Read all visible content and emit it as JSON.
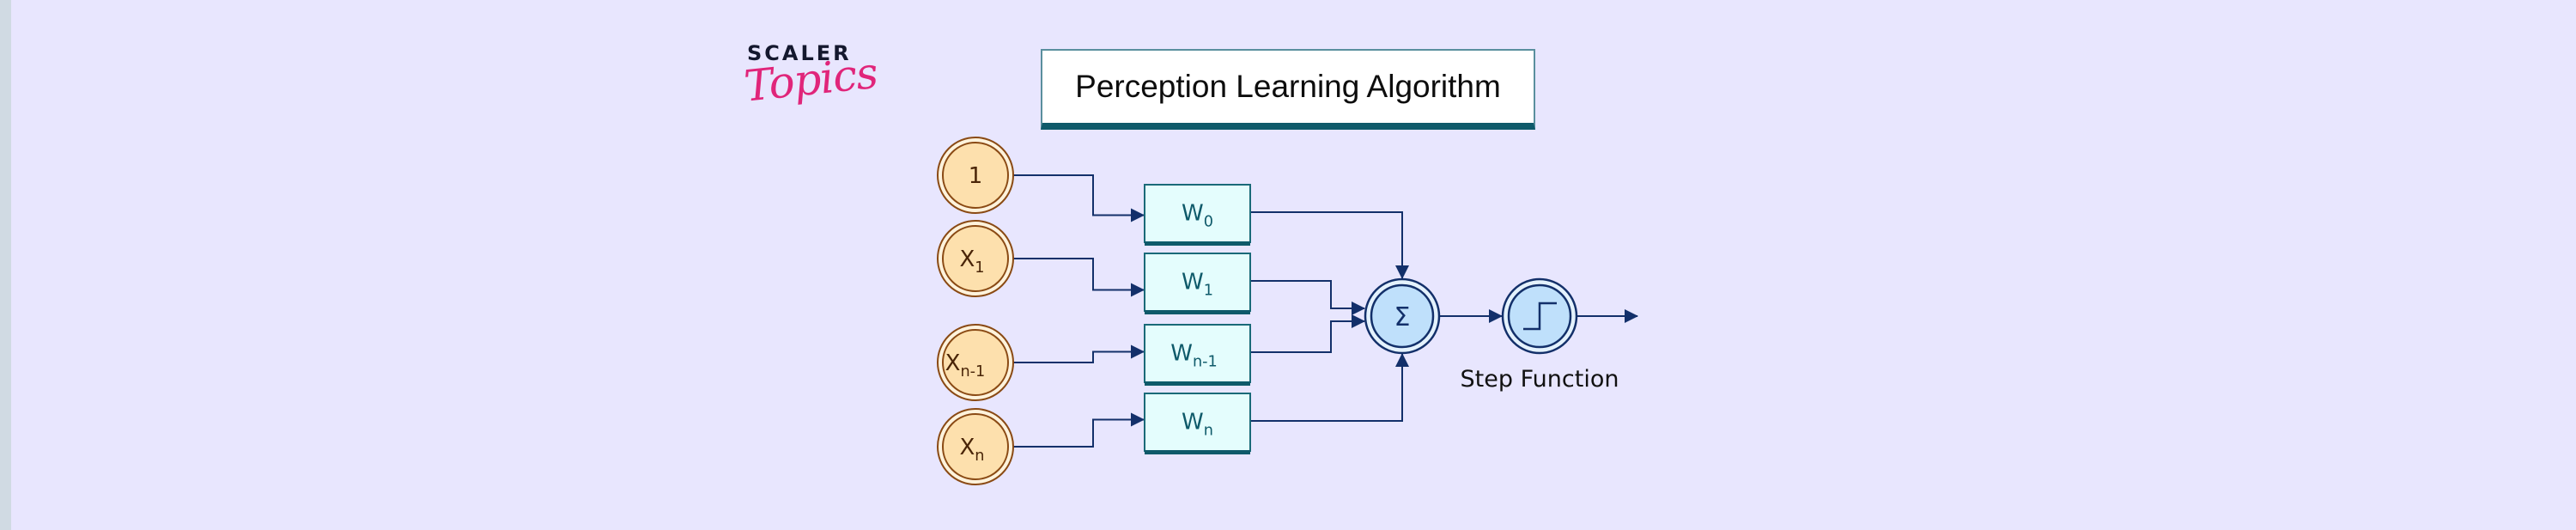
{
  "logo": {
    "line1": "SCALER",
    "line2": "Topics"
  },
  "title": "Perception Learning Algorithm",
  "inputs": [
    {
      "main": "1",
      "sub": ""
    },
    {
      "main": "X",
      "sub": "1"
    },
    {
      "main": "X",
      "sub": "n-1"
    },
    {
      "main": "X",
      "sub": "n"
    }
  ],
  "weights": [
    {
      "main": "W",
      "sub": "0"
    },
    {
      "main": "W",
      "sub": "1"
    },
    {
      "main": "W",
      "sub": "n-1"
    },
    {
      "main": "W",
      "sub": "n"
    }
  ],
  "summation": {
    "symbol": "Σ",
    "icon": "sigma-icon"
  },
  "activation": {
    "icon": "step-function-icon",
    "label": "Step Function"
  },
  "colors": {
    "background": "#e8e6fe",
    "input_fill": "#fde0ad",
    "input_stroke": "#8a4a14",
    "weight_fill": "#e4fdfd",
    "weight_stroke": "#1a6a78",
    "weight_shadow": "#0f5a6a",
    "node_fill": "#bfe0fb",
    "node_stroke": "#13306a",
    "connector": "#13306a"
  }
}
